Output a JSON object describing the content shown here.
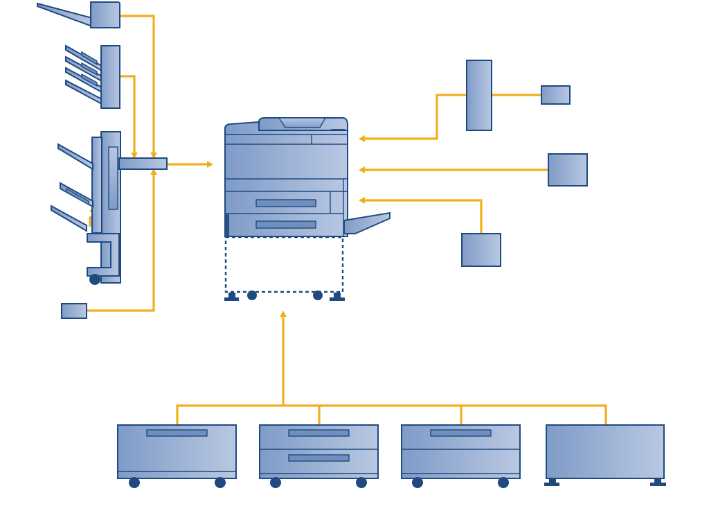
{
  "colors": {
    "connector": "#f2ae1c",
    "device_outline": "#1f4a80",
    "device_fill_light": "#b9c8e2",
    "device_fill_dark": "#7f9bc7",
    "wheel": "#1f4a80"
  },
  "components": [
    {
      "id": "main-printer",
      "icon": "printer-icon"
    },
    {
      "id": "optional-base-dashed",
      "icon": "dashed-outline"
    },
    {
      "id": "top-tray-option",
      "icon": "output-tray-icon"
    },
    {
      "id": "mailbox-sorter-option",
      "icon": "multi-bin-icon"
    },
    {
      "id": "finisher-option",
      "icon": "finisher-icon"
    },
    {
      "id": "small-module-bottom-left",
      "icon": "module-icon"
    },
    {
      "id": "tall-unit-right",
      "icon": "tall-unit-icon"
    },
    {
      "id": "small-module-right",
      "icon": "module-icon"
    },
    {
      "id": "square-module-right",
      "icon": "module-icon"
    },
    {
      "id": "square-module-lower-right",
      "icon": "module-icon"
    },
    {
      "id": "one-tray-feeder",
      "icon": "paper-feeder-icon"
    },
    {
      "id": "two-tray-feeder",
      "icon": "paper-feeder-icon"
    },
    {
      "id": "one-tray-cabinet-feeder",
      "icon": "paper-feeder-icon"
    },
    {
      "id": "stand-cabinet",
      "icon": "cabinet-icon"
    }
  ],
  "connections": [
    {
      "from": "top-tray-option",
      "to": "main-printer"
    },
    {
      "from": "mailbox-sorter-option",
      "to": "main-printer"
    },
    {
      "from": "small-module-bottom-left",
      "to": "main-printer"
    },
    {
      "from": "tall-unit-right",
      "to": "main-printer"
    },
    {
      "from": "small-module-right",
      "to": "tall-unit-right"
    },
    {
      "from": "square-module-right",
      "to": "main-printer"
    },
    {
      "from": "square-module-lower-right",
      "to": "main-printer"
    },
    {
      "from": "one-tray-feeder",
      "to": "main-printer"
    },
    {
      "from": "two-tray-feeder",
      "to": "main-printer"
    },
    {
      "from": "one-tray-cabinet-feeder",
      "to": "main-printer"
    },
    {
      "from": "stand-cabinet",
      "to": "main-printer"
    }
  ]
}
